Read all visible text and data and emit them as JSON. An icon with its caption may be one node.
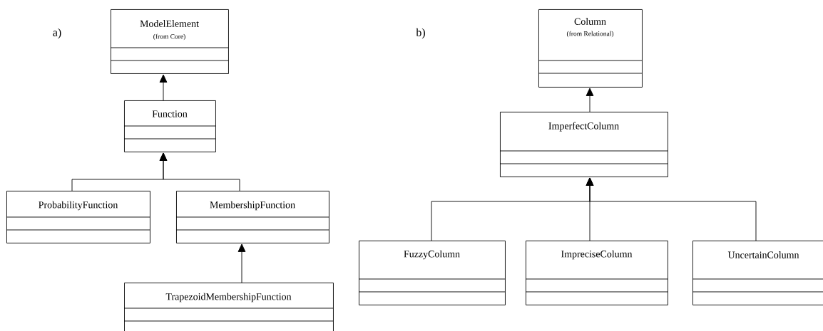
{
  "diagram": {
    "nodes": [
      {
        "text": [
          "ModelElement",
          "(from Core)"
        ]
      },
      {
        "text": [
          "Function"
        ]
      },
      {
        "text": [
          "ProbabilityFunction"
        ]
      },
      {
        "text": [
          "MembershipFunction"
        ]
      },
      {
        "text": [
          "TrapezoidMembershipFunction"
        ]
      },
      {
        "text": [
          "Column",
          "(from Relational)"
        ]
      },
      {
        "text": [
          "ImperfectColumn"
        ]
      },
      {
        "text": [
          "FuzzyColumn"
        ]
      },
      {
        "text": [
          "ImpreciseColumn"
        ]
      },
      {
        "text": [
          "UncertainColumn"
        ]
      }
    ],
    "edges": [
      {
        "from": 1,
        "to": 0,
        "arrow": "to"
      },
      {
        "from": 2,
        "to": 1,
        "arrow": "to"
      },
      {
        "from": 3,
        "to": 1,
        "arrow": "to"
      },
      {
        "from": 4,
        "to": 3,
        "arrow": "to"
      },
      {
        "from": 6,
        "to": 5,
        "arrow": "to"
      },
      {
        "from": 7,
        "to": 6,
        "arrow": "to"
      },
      {
        "from": 8,
        "to": 6,
        "arrow": "to"
      },
      {
        "from": 9,
        "to": 6,
        "arrow": "to"
      }
    ],
    "labels": [
      "a)",
      "b)"
    ]
  }
}
